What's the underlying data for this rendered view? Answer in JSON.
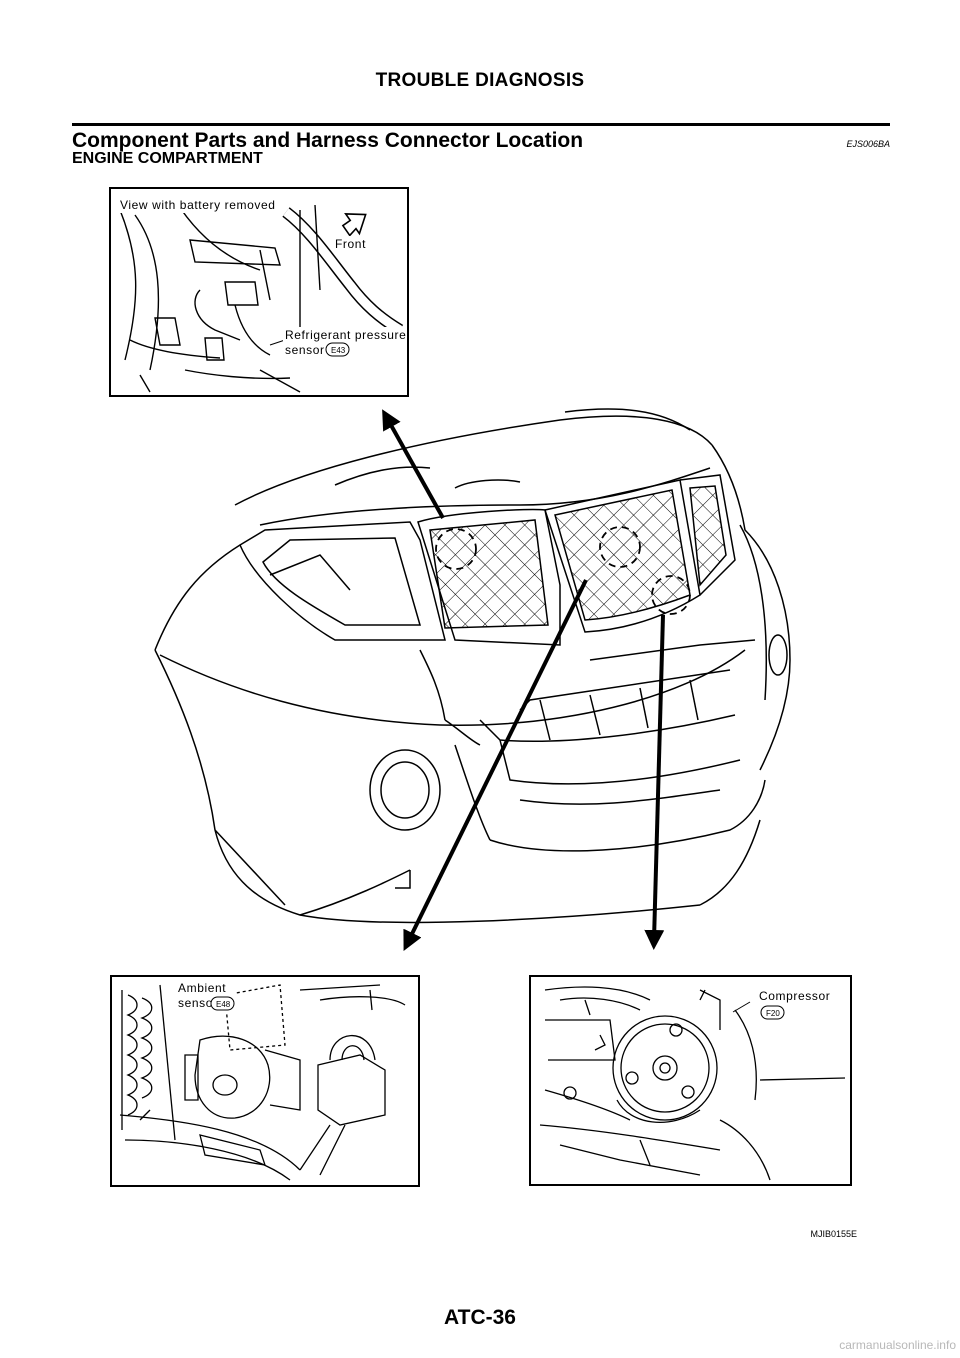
{
  "header": {
    "running_head": "TROUBLE DIAGNOSIS"
  },
  "section": {
    "title": "Component Parts and Harness Connector Location",
    "code": "EJS006BA",
    "subtitle": "ENGINE COMPARTMENT"
  },
  "figure": {
    "top_panel": {
      "caption": "View with battery removed",
      "front_label": "Front",
      "component_line1": "Refrigerant pressure",
      "component_line2": "sensor",
      "connector": "E43"
    },
    "left_panel": {
      "component_line1": "Ambient",
      "component_line2": "sensor",
      "connector": "E48"
    },
    "right_panel": {
      "component": "Compressor",
      "connector": "F20"
    },
    "figure_code": "MJIB0155E"
  },
  "footer": {
    "page_number": "ATC-36",
    "watermark": "carmanualsonline.info"
  }
}
